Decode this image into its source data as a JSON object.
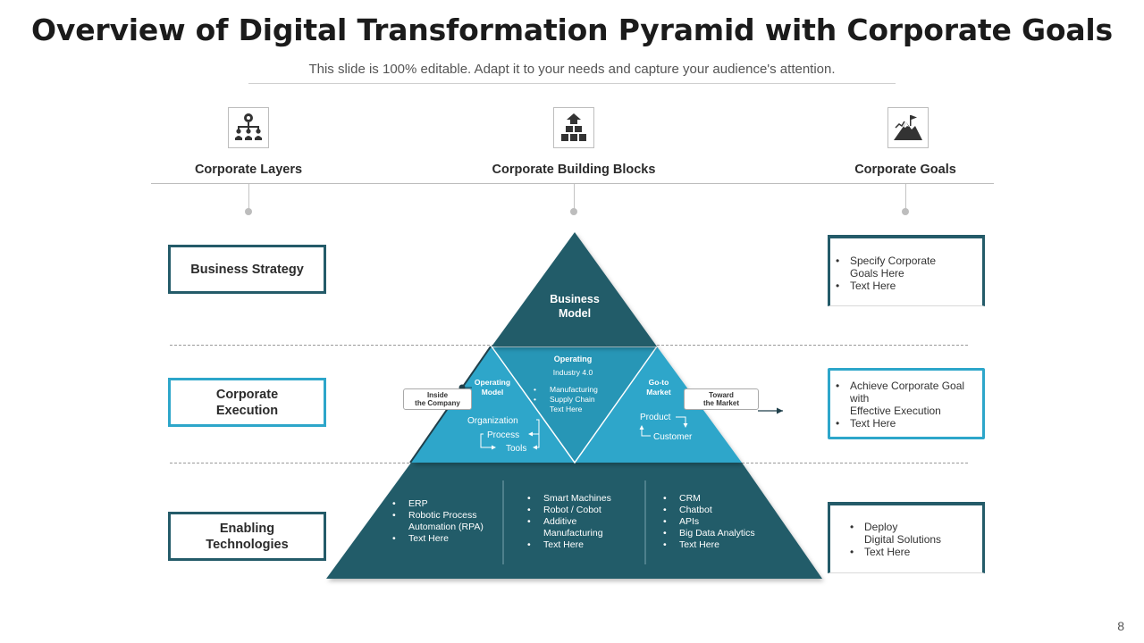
{
  "title": "Overview of Digital Transformation Pyramid with Corporate Goals",
  "subtitle": "This slide is 100% editable. Adapt it to your needs and capture your audience's attention.",
  "columns": [
    {
      "label": "Corporate Layers",
      "icon": "org-chart-icon"
    },
    {
      "label": "Corporate Building Blocks",
      "icon": "building-blocks-icon"
    },
    {
      "label": "Corporate Goals",
      "icon": "mountain-flag-icon"
    }
  ],
  "layers": [
    {
      "label": "Business Strategy"
    },
    {
      "label": "Corporate Execution"
    },
    {
      "label": "Enabling Technologies"
    }
  ],
  "pyramid": {
    "top": {
      "line1": "Business",
      "line2": "Model"
    },
    "operating": {
      "title": "Operating",
      "subtitle": "Industry 4.0",
      "bullets": [
        "Manufacturing",
        "Supply Chain",
        "Text Here"
      ]
    },
    "operating_model": {
      "line1": "Operating",
      "line2": "Model",
      "items": [
        "Organization",
        "Process",
        "Tools"
      ]
    },
    "go_to_market": {
      "line1": "Go-to",
      "line2": "Market",
      "items": [
        "Product",
        "Customer"
      ]
    },
    "bottom_columns": [
      {
        "bullets": [
          "ERP",
          "Robotic Process",
          "Automation (RPA)",
          "Text Here"
        ],
        "bullet_rows": [
          true,
          true,
          false,
          true
        ]
      },
      {
        "bullets": [
          "Smart Machines",
          "Robot / Cobot",
          "Additive",
          "Manufacturing",
          "Text Here"
        ],
        "bullet_rows": [
          true,
          true,
          true,
          false,
          true
        ]
      },
      {
        "bullets": [
          "CRM",
          "Chatbot",
          "APIs",
          "Big Data Analytics",
          "Text Here"
        ],
        "bullet_rows": [
          true,
          true,
          true,
          true,
          true
        ]
      }
    ]
  },
  "callouts": {
    "inside": {
      "line1": "Inside",
      "line2": "the Company"
    },
    "toward": {
      "line1": "Toward",
      "line2": "the Market"
    }
  },
  "goals": [
    {
      "lines": [
        "Specify Corporate",
        "Goals Here",
        "Text Here"
      ],
      "bullet_rows": [
        true,
        false,
        true
      ]
    },
    {
      "lines": [
        "Achieve Corporate Goal",
        "with",
        "Effective Execution",
        "Text Here"
      ],
      "bullet_rows": [
        true,
        false,
        false,
        true
      ]
    },
    {
      "lines": [
        "Deploy",
        "Digital Solutions",
        "Text Here"
      ],
      "bullet_rows": [
        true,
        false,
        true
      ]
    }
  ],
  "colors": {
    "dark_teal": "#245b69",
    "cyan": "#2da6ca",
    "mid_blue": "#2796b6"
  },
  "page_number": "8"
}
